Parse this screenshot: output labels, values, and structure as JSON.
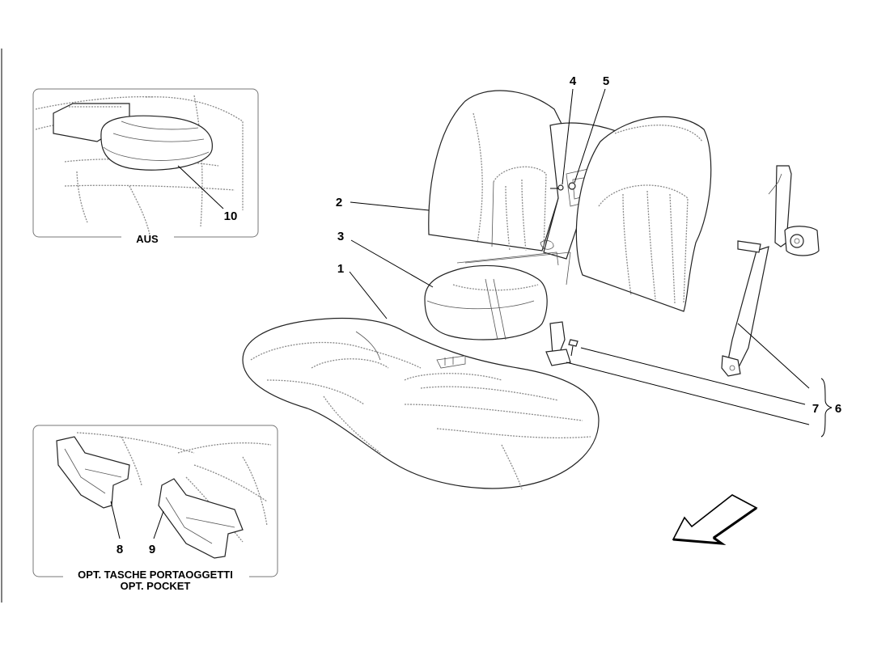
{
  "diagram": {
    "callouts": {
      "c1": "1",
      "c2": "2",
      "c3": "3",
      "c4": "4",
      "c5": "5",
      "c6": "6",
      "c7": "7",
      "c8": "8",
      "c9": "9",
      "c10": "10"
    },
    "inset_aus": {
      "caption": "AUS"
    },
    "inset_pocket": {
      "caption_line1": "OPT. TASCHE PORTAOGGETTI",
      "caption_line2": "OPT. POCKET"
    },
    "direction_arrow_icon": "arrow-down-left-icon"
  }
}
